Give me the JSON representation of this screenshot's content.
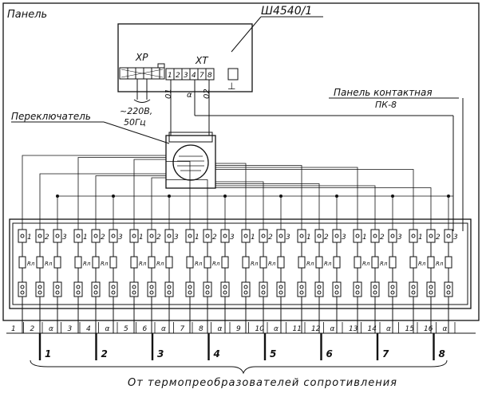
{
  "labels": {
    "panel": "Панель",
    "device": "Ш4540/1",
    "xp": "XP",
    "xt": "XT",
    "supply_voltage": "~220В,",
    "supply_freq": "50Гц",
    "switch": "Переключатель",
    "contact_panel": "Панель контактная",
    "contact_panel_model": "ПК-8",
    "ground": "⊥",
    "footer": "От термопреобразователей сопротивления"
  },
  "xt_terminals": [
    "1",
    "2",
    "3",
    "4",
    "7",
    "8"
  ],
  "xt_wires": [
    "01",
    "α",
    "02"
  ],
  "module_pin_labels": [
    "1",
    "2",
    "3"
  ],
  "resistor_label": "Rл",
  "bottom_terminals": [
    "1",
    "2",
    "α",
    "3",
    "4",
    "α",
    "5",
    "6",
    "α",
    "7",
    "8",
    "α",
    "9",
    "10",
    "α",
    "11",
    "12",
    "α",
    "13",
    "14",
    "α",
    "15",
    "16",
    "α"
  ],
  "channels": [
    "1",
    "2",
    "3",
    "4",
    "5",
    "6",
    "7",
    "8"
  ]
}
